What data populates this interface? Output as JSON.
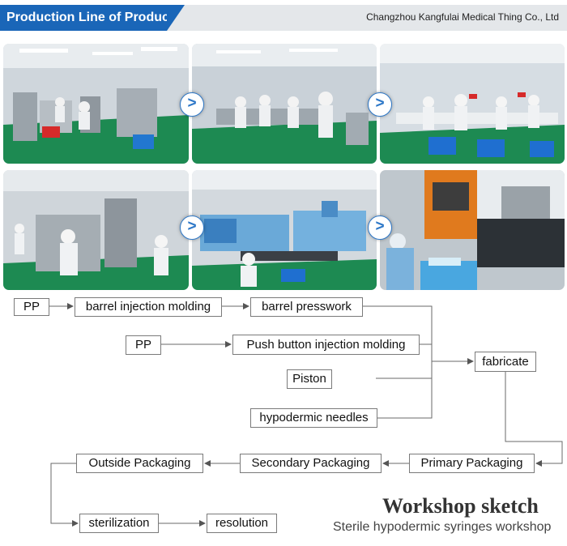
{
  "header": {
    "title": "Production Line of Product",
    "company": "Changzhou Kangfulai Medical Thing Co., Ltd"
  },
  "colors": {
    "brand_blue": "#1a66b8",
    "floor_green": "#1d8a52",
    "arrow_blue": "#2e78c8"
  },
  "photos": {
    "arrow_glyph": ">",
    "row1": [
      "workshop-photo-machines",
      "workshop-photo-workers-line",
      "workshop-photo-packing-tables"
    ],
    "row2": [
      "workshop-photo-assembly",
      "workshop-photo-injection-machines",
      "workshop-photo-machine-operator"
    ]
  },
  "flow": {
    "pp_1": "PP",
    "barrel_injection": "barrel injection molding",
    "barrel_presswork": "barrel presswork",
    "pp_2": "PP",
    "push_button": "Push button injection molding",
    "piston": "Piston",
    "needles": "hypodermic needles",
    "fabricate": "fabricate",
    "primary": "Primary Packaging",
    "secondary": "Secondary Packaging",
    "outside": "Outside Packaging",
    "sterilization": "sterilization",
    "resolution": "resolution"
  },
  "workshop": {
    "title": "Workshop sketch",
    "subtitle": "Sterile hypodermic syringes workshop"
  }
}
